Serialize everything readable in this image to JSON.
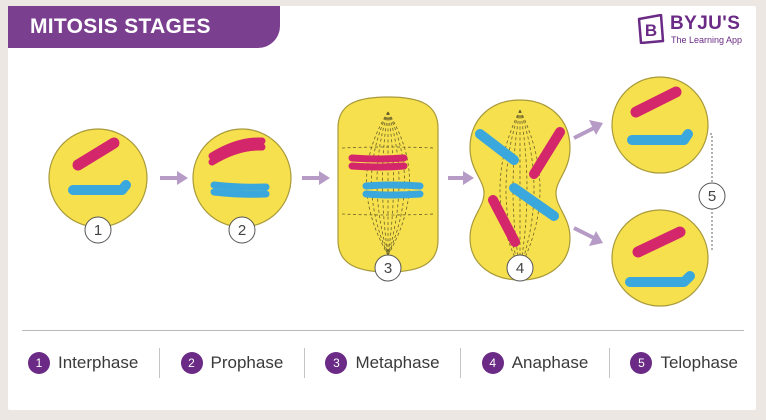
{
  "title": "MITOSIS STAGES",
  "brand": {
    "name": "BYJU'S",
    "tagline": "The Learning App",
    "mark": "B",
    "color": "#6a2a85"
  },
  "colors": {
    "banner": "#7b3f8f",
    "cell_fill": "#f7e04e",
    "cell_stroke": "#a89a3a",
    "chromosome_red": "#d4266a",
    "chromosome_blue": "#3aa7dd",
    "arrow": "#b69bc6",
    "badge": "#6a2a85"
  },
  "stage_numbers": [
    "1",
    "2",
    "3",
    "4",
    "5"
  ],
  "legend": [
    {
      "num": "1",
      "label": "Interphase"
    },
    {
      "num": "2",
      "label": "Prophase"
    },
    {
      "num": "3",
      "label": "Metaphase"
    },
    {
      "num": "4",
      "label": "Anaphase"
    },
    {
      "num": "5",
      "label": "Telophase"
    }
  ]
}
